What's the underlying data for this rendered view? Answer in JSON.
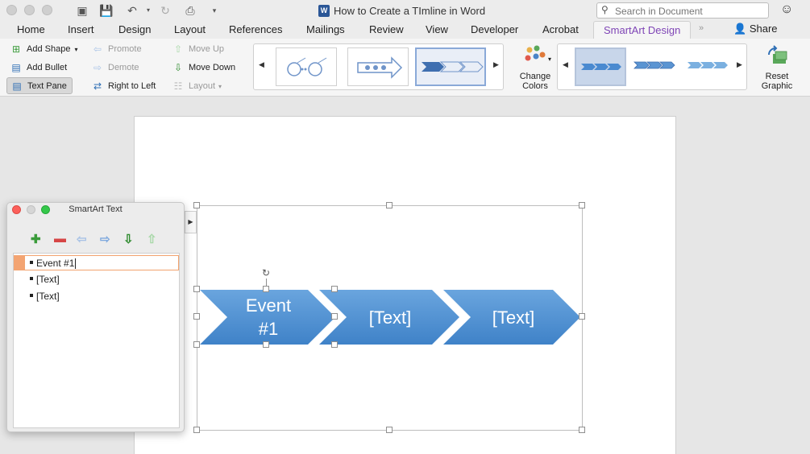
{
  "window": {
    "title": "How to Create a TImline in Word"
  },
  "search": {
    "placeholder": "Search in Document"
  },
  "tabs": [
    {
      "label": "Home"
    },
    {
      "label": "Insert"
    },
    {
      "label": "Design"
    },
    {
      "label": "Layout"
    },
    {
      "label": "References"
    },
    {
      "label": "Mailings"
    },
    {
      "label": "Review"
    },
    {
      "label": "View"
    },
    {
      "label": "Developer"
    },
    {
      "label": "Acrobat"
    },
    {
      "label": "SmartArt Design"
    }
  ],
  "share": {
    "label": "Share"
  },
  "ribbon": {
    "add_shape": "Add Shape",
    "add_bullet": "Add Bullet",
    "text_pane": "Text Pane",
    "promote": "Promote",
    "demote": "Demote",
    "right_to_left": "Right to Left",
    "move_up": "Move Up",
    "move_down": "Move Down",
    "layout": "Layout",
    "change_colors": "Change\nColors",
    "reset_graphic": "Reset\nGraphic"
  },
  "smartart": {
    "shapes": [
      {
        "text": "Event #1"
      },
      {
        "text": "[Text]"
      },
      {
        "text": "[Text]"
      }
    ]
  },
  "text_pane": {
    "title": "SmartArt Text",
    "items": [
      {
        "text": "Event #1"
      },
      {
        "text": "[Text]"
      },
      {
        "text": "[Text]"
      }
    ]
  },
  "colors": {
    "accent": "#7f45b6",
    "shape_fill": "#5b9bd5",
    "shape_fill_dark": "#3f7fc5"
  }
}
